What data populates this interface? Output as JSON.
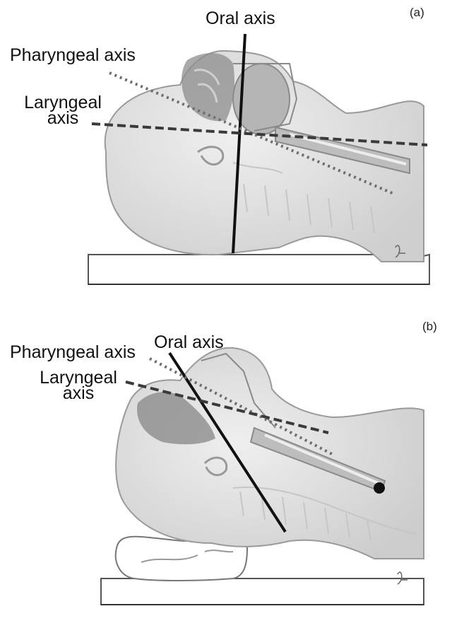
{
  "panel_a": {
    "tag": "(a)",
    "labels": {
      "oral": "Oral axis",
      "pharyngeal": "Pharyngeal axis",
      "laryngeal_line1": "Laryngeal",
      "laryngeal_line2": "axis"
    }
  },
  "panel_b": {
    "tag": "(b)",
    "labels": {
      "oral": "Oral axis",
      "pharyngeal": "Pharyngeal axis",
      "laryngeal_line1": "Laryngeal",
      "laryngeal_line2": "axis"
    }
  },
  "colors": {
    "skin": "#dcdcdc",
    "skin_edge": "#9a9a9a",
    "airway": "#bdbdbd",
    "tissue_dark": "#8c8c8c",
    "axis_line": "#1a1a1a",
    "dotted_line": "#6e6e6e",
    "dashed_line": "#3a3a3a"
  }
}
